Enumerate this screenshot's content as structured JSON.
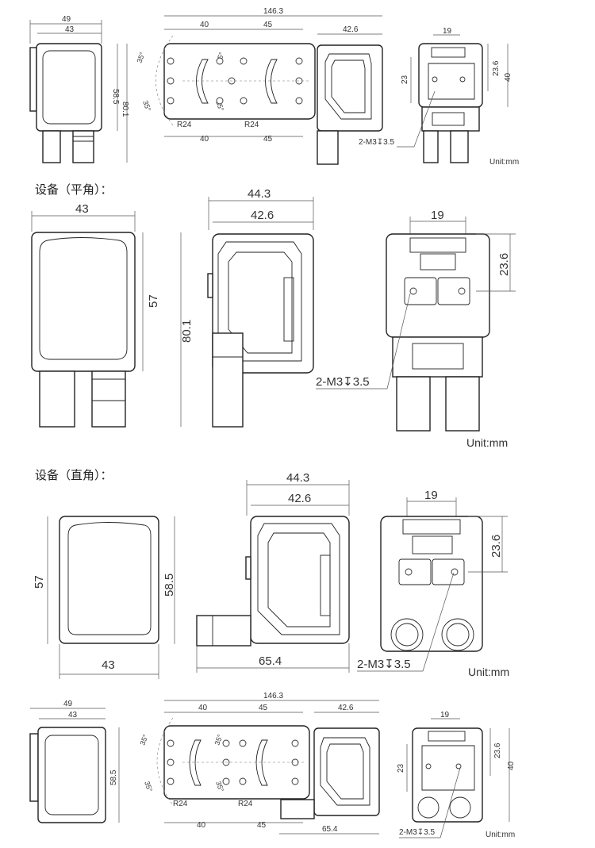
{
  "headings": {
    "flat": "设备（平角）：",
    "right": "设备（直角）："
  },
  "units": "Unit:mm",
  "thread": "2-M3↧3.5",
  "angle": "35°",
  "radius": "R24",
  "top_view": {
    "w49": "49",
    "w43": "43",
    "h58": "58.5",
    "h80": "80.1",
    "total": "146.3",
    "d40": "40",
    "d45": "45",
    "d426": "42.6",
    "d19": "19",
    "d23": "23",
    "d236": "23.6",
    "d40b": "40"
  },
  "flat_view": {
    "w43": "43",
    "h57": "57",
    "h80": "80.1",
    "w443": "44.3",
    "w426": "42.6",
    "w19": "19",
    "h236": "23.6"
  },
  "right_view": {
    "h57": "57",
    "h585": "58.5",
    "w43": "43",
    "w443": "44.3",
    "w426": "42.6",
    "w654": "65.4",
    "w19": "19",
    "h236": "23.6"
  },
  "bottom_view": {
    "w49": "49",
    "w43": "43",
    "h585": "58.5",
    "total": "146.3",
    "d40": "40",
    "d45": "45",
    "d426": "42.6",
    "d654": "65.4",
    "d19": "19",
    "d23": "23",
    "d236": "23.6",
    "d40b": "40"
  },
  "colors": {
    "line": "#222222",
    "dim": "#555555"
  }
}
